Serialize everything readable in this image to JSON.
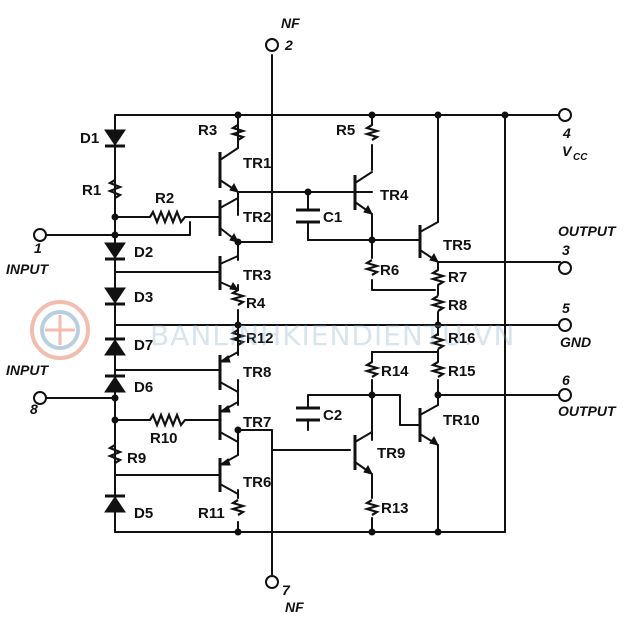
{
  "watermark": {
    "text": "BANLINHKIENDIENTU.VN"
  },
  "pins": {
    "nf_top": {
      "name": "NF",
      "number": "2"
    },
    "nf_bottom": {
      "name": "NF",
      "number": "7"
    },
    "input1": {
      "name": "INPUT",
      "number": "1"
    },
    "input8": {
      "name": "INPUT",
      "number": "8"
    },
    "vcc": {
      "name": "V",
      "sub": "CC",
      "number": "4"
    },
    "out3": {
      "name": "OUTPUT",
      "number": "3"
    },
    "gnd": {
      "name": "GND",
      "number": "5"
    },
    "out6": {
      "name": "OUTPUT",
      "number": "6"
    }
  },
  "labels": {
    "D1": "D1",
    "D2": "D2",
    "D3": "D3",
    "D5": "D5",
    "D6": "D6",
    "D7": "D7",
    "R1": "R1",
    "R2": "R2",
    "R3": "R3",
    "R4": "R4",
    "R5": "R5",
    "R6": "R6",
    "R7": "R7",
    "R8": "R8",
    "R9": "R9",
    "R10": "R10",
    "R11": "R11",
    "R12": "R12",
    "R13": "R13",
    "R14": "R14",
    "R15": "R15",
    "R16": "R16",
    "C1": "C1",
    "C2": "C2",
    "TR1": "TR1",
    "TR2": "TR2",
    "TR3": "TR3",
    "TR4": "TR4",
    "TR5": "TR5",
    "TR6": "TR6",
    "TR7": "TR7",
    "TR8": "TR8",
    "TR9": "TR9",
    "TR10": "TR10"
  }
}
